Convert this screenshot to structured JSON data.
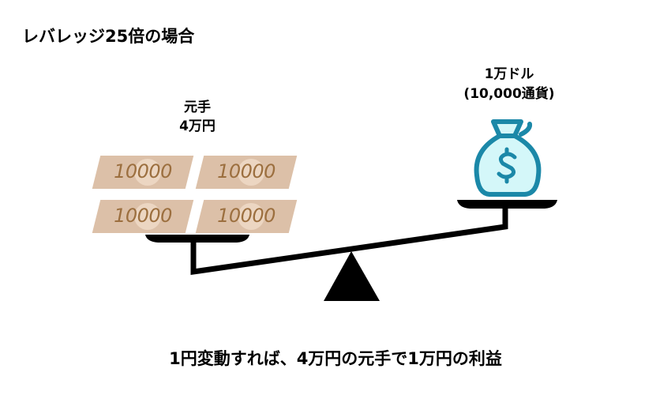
{
  "title": "レバレッジ25倍の場合",
  "left_side": {
    "label_line1": "元手",
    "label_line2": "4万円",
    "note_value": "10000",
    "note_count": 4
  },
  "right_side": {
    "label_line1": "1万ドル",
    "label_line2": "(10,000通貨)",
    "icon": "money-bag-dollar-icon"
  },
  "caption": "1円変動すれば、4万円の元手で1万円の利益",
  "colors": {
    "note_bg": "#dcc0a8",
    "note_text": "#9c6f3f",
    "bag_fill": "#d4f7f9",
    "bag_stroke": "#1b88a8"
  }
}
